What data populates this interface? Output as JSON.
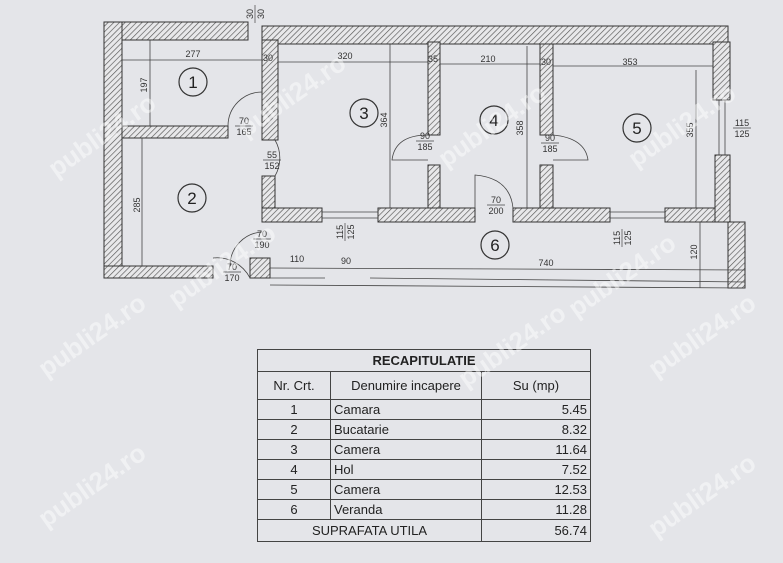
{
  "watermark": "publi24.ro",
  "plan": {
    "rooms": [
      "1",
      "2",
      "3",
      "4",
      "5",
      "6"
    ],
    "dimensions": [
      "277",
      "320",
      "30",
      "35",
      "210",
      "30",
      "353",
      "197",
      "285",
      "364",
      "358",
      "355",
      "120",
      "740",
      "110",
      "90"
    ],
    "openings": [
      {
        "w": "70",
        "h": "165"
      },
      {
        "w": "55",
        "h": "152"
      },
      {
        "w": "70",
        "h": "190"
      },
      {
        "w": "70",
        "h": "170"
      },
      {
        "w": "90",
        "h": "185"
      },
      {
        "w": "90",
        "h": "185"
      },
      {
        "w": "70",
        "h": "200"
      },
      {
        "w": "115",
        "h": "125"
      },
      {
        "w": "115",
        "h": "125"
      },
      {
        "w": "115",
        "h": "125"
      },
      {
        "w": "30",
        "h": "30"
      }
    ]
  },
  "table": {
    "title": "RECAPITULATIE",
    "headers": [
      "Nr. Crt.",
      "Denumire incapere",
      "Su (mp)"
    ],
    "rows": [
      [
        "1",
        "Camara",
        "5.45"
      ],
      [
        "2",
        "Bucatarie",
        "8.32"
      ],
      [
        "3",
        "Camera",
        "11.64"
      ],
      [
        "4",
        "Hol",
        "7.52"
      ],
      [
        "5",
        "Camera",
        "12.53"
      ],
      [
        "6",
        "Veranda",
        "11.28"
      ]
    ],
    "total_label": "SUPRAFATA UTILA",
    "total_value": "56.74"
  }
}
